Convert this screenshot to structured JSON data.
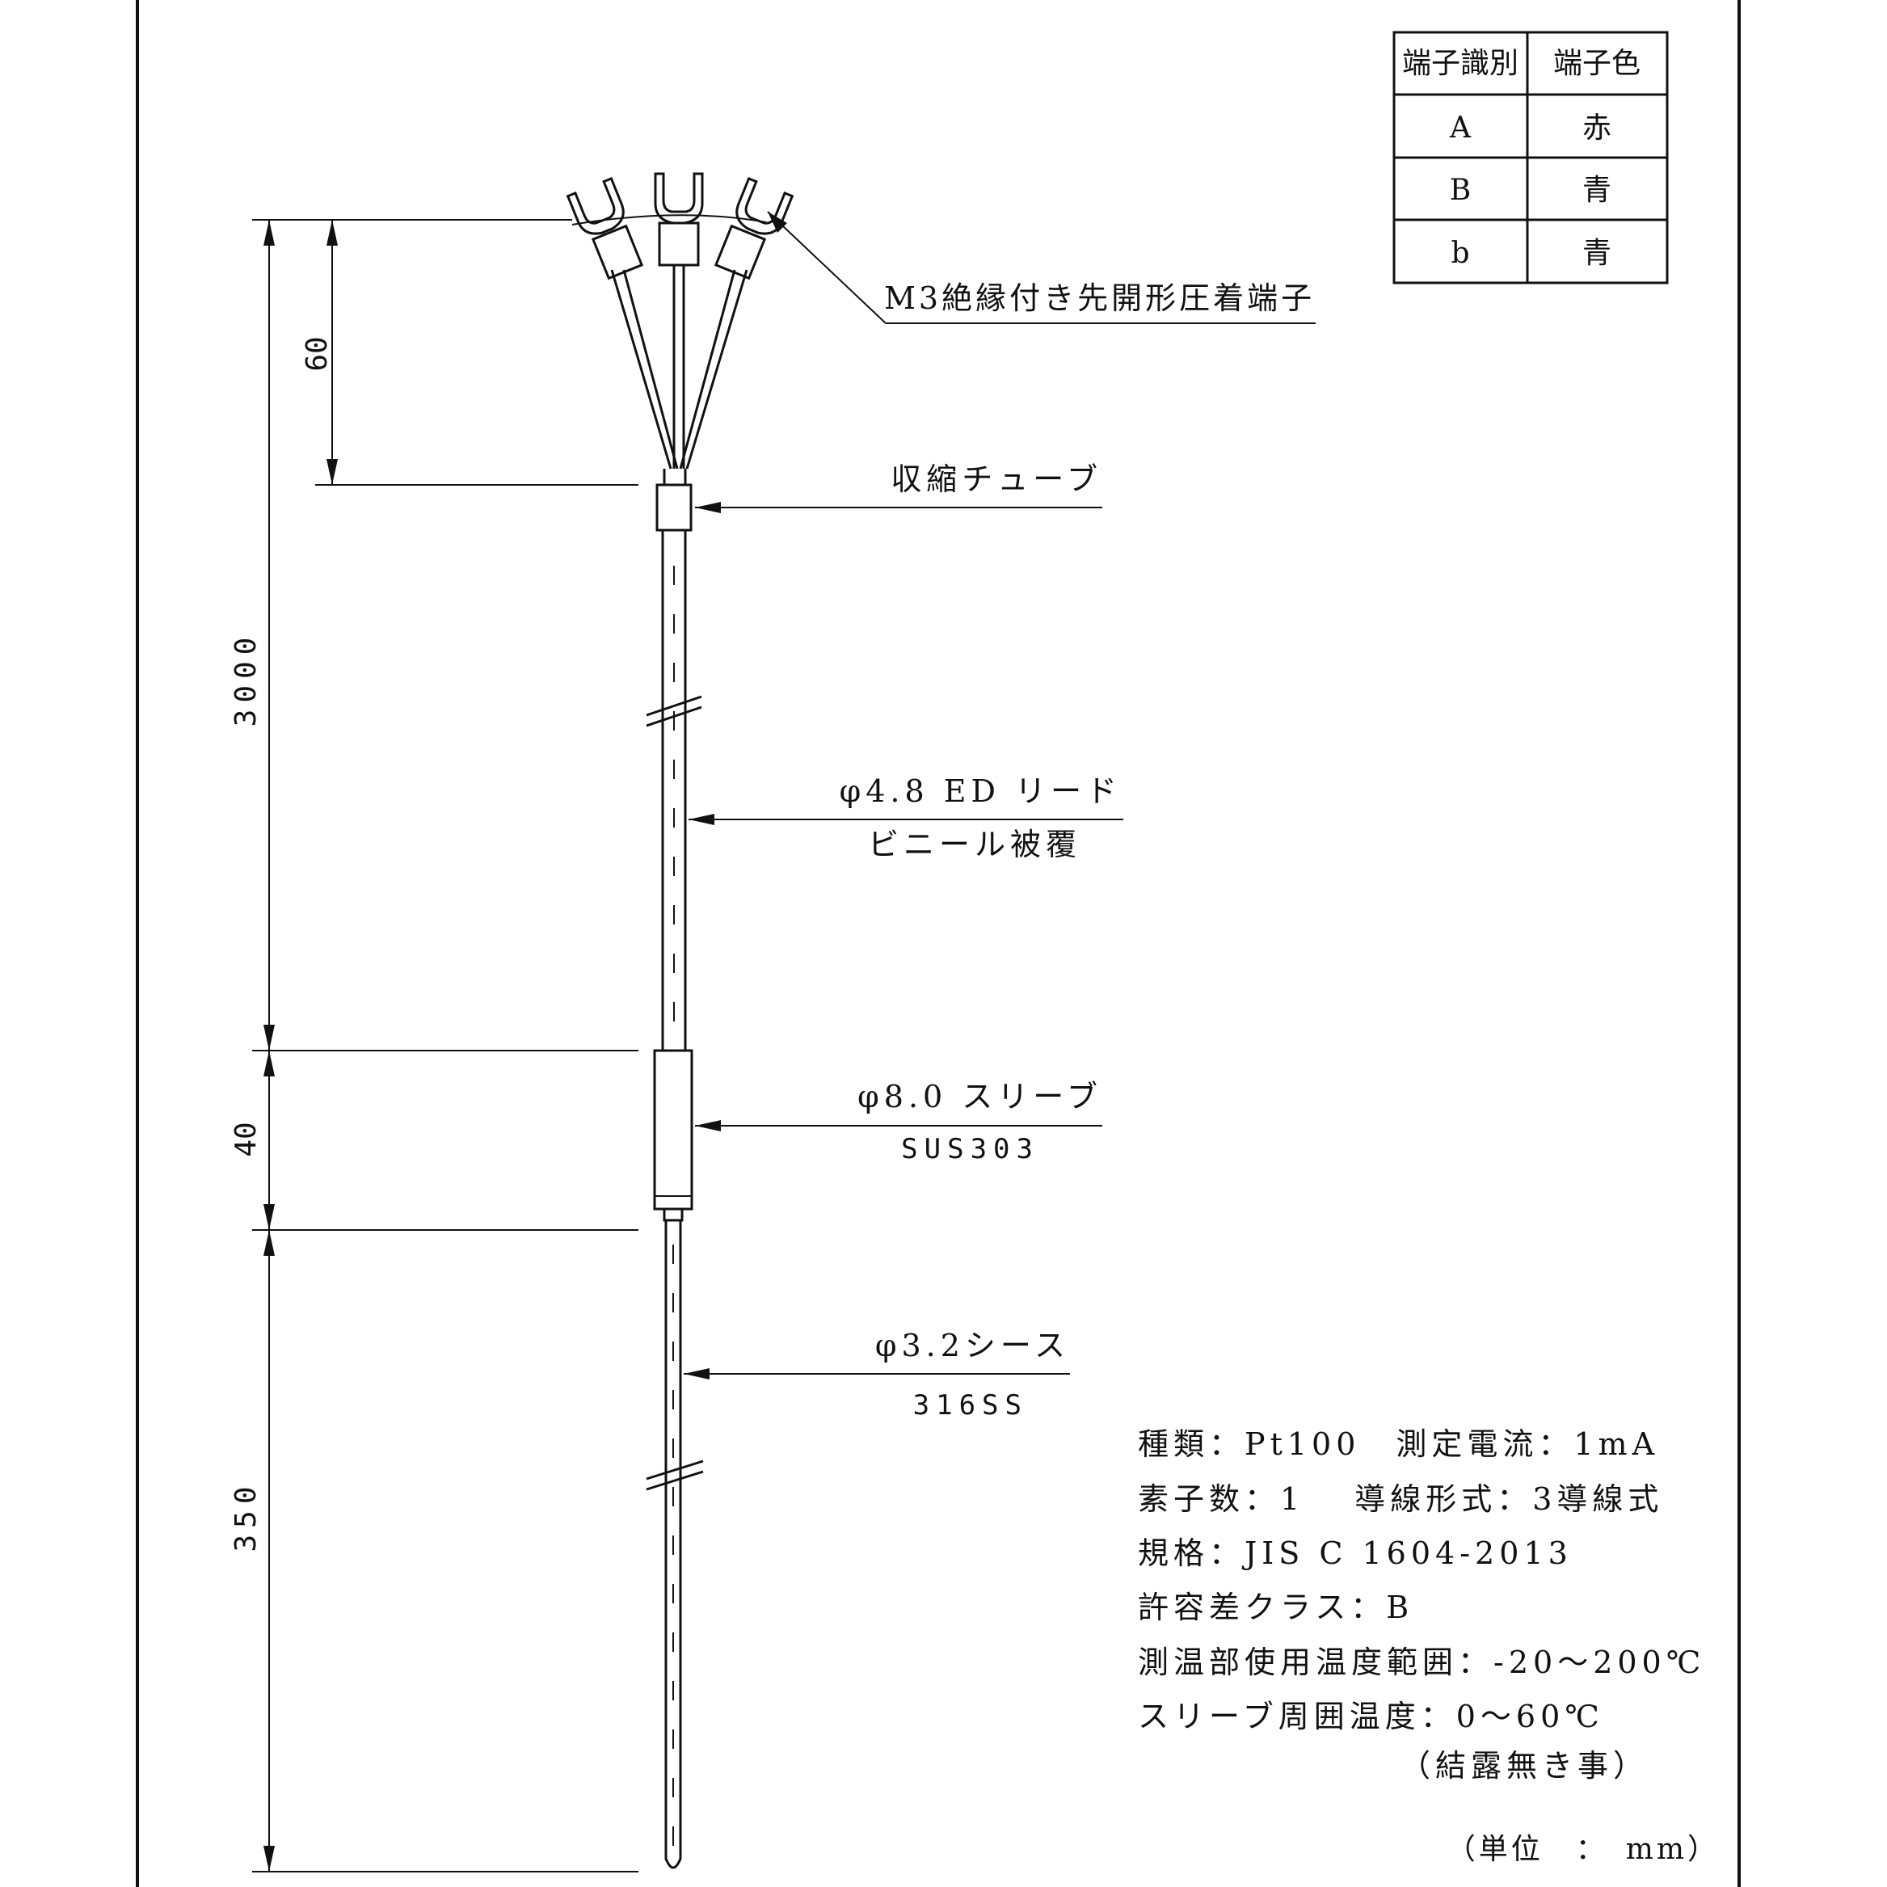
{
  "terminal_table": {
    "headers": [
      "端子識別",
      "端子色"
    ],
    "rows": [
      {
        "id": "A",
        "color": "赤"
      },
      {
        "id": "B",
        "color": "青"
      },
      {
        "id": "b",
        "color": "青"
      }
    ]
  },
  "callouts": {
    "terminal": "M3絶縁付き先開形圧着端子",
    "shrink_tube": "収縮チューブ",
    "lead_line1": "φ4.8 ED リード",
    "lead_line2": "ビニール被覆",
    "sleeve_line1": "φ8.0 スリーブ",
    "sleeve_line2": "SUS303",
    "sheath_line1": "φ3.2シース",
    "sheath_line2": "316SS"
  },
  "dimensions": {
    "lead_strip": "60",
    "lead_length": "3000",
    "sleeve_length": "40",
    "sheath_length": "350"
  },
  "specs": [
    "種類：Pt100　測定電流：1mA",
    "素子数：1　 導線形式：3導線式",
    "規格：JIS C 1604-2013",
    "許容差クラス：B",
    "測温部使用温度範囲：-20～200℃",
    "スリーブ周囲温度：0～60℃",
    "（結露無き事）"
  ],
  "unit_note": "（単位　：　mm）"
}
